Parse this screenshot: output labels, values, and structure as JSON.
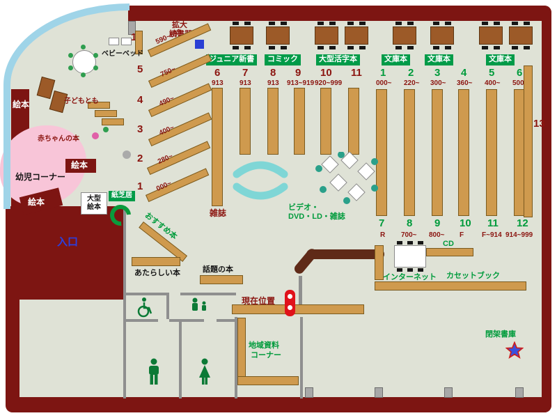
{
  "labels": {
    "kakudai1": "拡大",
    "kakudai2": "読書器",
    "junior": "ジュニア新書",
    "comic": "コミック",
    "large_print": "大型活字本",
    "bunko": "文庫本",
    "zasshi": "雑誌",
    "video1": "ビデオ・",
    "video2": "DVD・LD・雑誌",
    "osusume": "おすすめ本",
    "atarashii": "あたらしい本",
    "wadai": "話題の本",
    "genzai": "現在位置",
    "internet": "インターネット",
    "cd": "CD",
    "cassette": "カセットブック",
    "chiiki1": "地域資料",
    "chiiki2": "コーナー",
    "heika": "閉架書庫",
    "iriguchi": "入口",
    "ehon": "絵本",
    "youji": "幼児コーナー",
    "akachan": "赤ちゃんの本",
    "kodomo": "子どもとも",
    "babybed": "ベビーベッド",
    "ogata1": "大型",
    "ogata2": "絵本",
    "kamishibai": "紙芝居",
    "num13": "13"
  },
  "stacks": {
    "diagonal": [
      {
        "num": "14",
        "range": "590~599"
      },
      {
        "num": "5",
        "range": "750~"
      },
      {
        "num": "4",
        "range": "490~"
      },
      {
        "num": "3",
        "range": "400~"
      },
      {
        "num": "2",
        "range": "280~"
      },
      {
        "num": "1",
        "range": "000~"
      }
    ],
    "left": [
      {
        "num": "6",
        "range": "913"
      },
      {
        "num": "7",
        "range": "913"
      },
      {
        "num": "8",
        "range": "913"
      },
      {
        "num": "9",
        "range": "913~919"
      },
      {
        "num": "10",
        "range": "920~999"
      },
      {
        "num": "11",
        "range": ""
      }
    ],
    "right": [
      {
        "num": "1",
        "range": "000~"
      },
      {
        "num": "2",
        "range": "220~"
      },
      {
        "num": "3",
        "range": "300~"
      },
      {
        "num": "4",
        "range": "360~"
      },
      {
        "num": "5",
        "range": "400~"
      },
      {
        "num": "6",
        "range": "500~"
      }
    ],
    "bottom": [
      {
        "num": "7",
        "range": "R"
      },
      {
        "num": "8",
        "range": "700~"
      },
      {
        "num": "9",
        "range": "800~"
      },
      {
        "num": "10",
        "range": "F"
      },
      {
        "num": "11",
        "range": "F~914"
      },
      {
        "num": "12",
        "range": "914~999"
      }
    ]
  },
  "colors": {
    "wall": "#7d1512",
    "floor": "#dfe2d6",
    "shelf_tan": "#cf9a4e",
    "green": "#009b48",
    "entrance_blue": "#2b3fe0",
    "glass_blue": "#9fd4e8",
    "kids_pink": "#f8c5d8",
    "sofa_cyan": "#7fd6d6",
    "marker_red": "#e0121a"
  }
}
